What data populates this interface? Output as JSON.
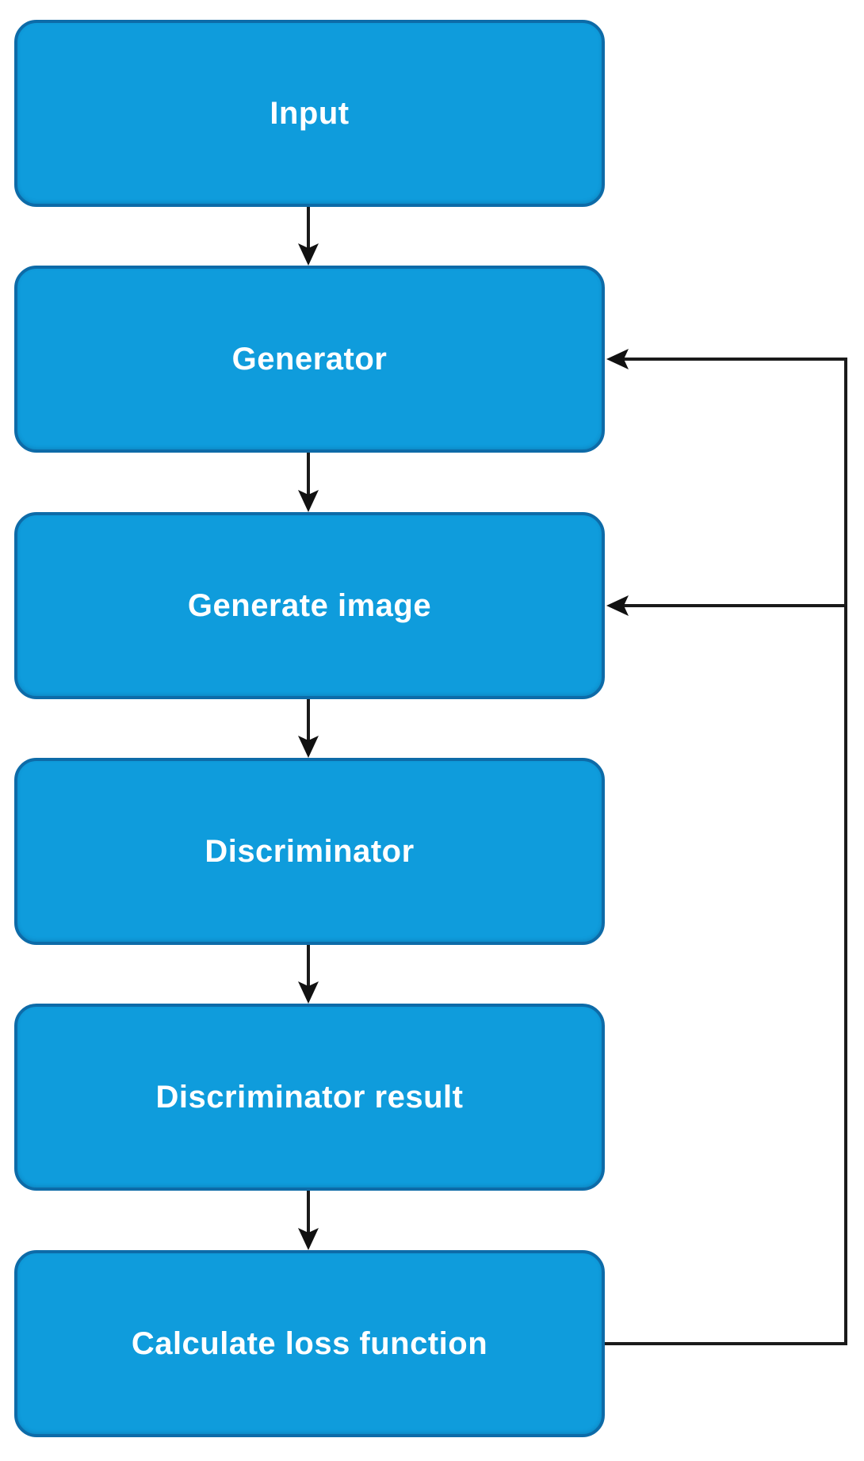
{
  "diagram": {
    "type": "flowchart",
    "direction": "top-down",
    "nodes": [
      {
        "id": "input",
        "label": "Input"
      },
      {
        "id": "generator",
        "label": "Generator"
      },
      {
        "id": "generate-image",
        "label": "Generate image"
      },
      {
        "id": "discriminator",
        "label": "Discriminator"
      },
      {
        "id": "discriminator-result",
        "label": "Discriminator result"
      },
      {
        "id": "calculate-loss-function",
        "label": "Calculate loss function"
      }
    ],
    "edges": [
      {
        "from": "input",
        "to": "generator",
        "type": "flow"
      },
      {
        "from": "generator",
        "to": "generate-image",
        "type": "flow"
      },
      {
        "from": "generate-image",
        "to": "discriminator",
        "type": "flow"
      },
      {
        "from": "discriminator",
        "to": "discriminator-result",
        "type": "flow"
      },
      {
        "from": "discriminator-result",
        "to": "calculate-loss-function",
        "type": "flow"
      },
      {
        "from": "calculate-loss-function",
        "to": "generator",
        "type": "feedback"
      },
      {
        "from": "calculate-loss-function",
        "to": "generate-image",
        "type": "feedback"
      }
    ],
    "colors": {
      "node_fill": "#0F9CDC",
      "node_border": "#0D6BA8",
      "node_text": "#FFFFFF",
      "connector": "#1A1A1A",
      "background": "#FFFFFF"
    }
  }
}
